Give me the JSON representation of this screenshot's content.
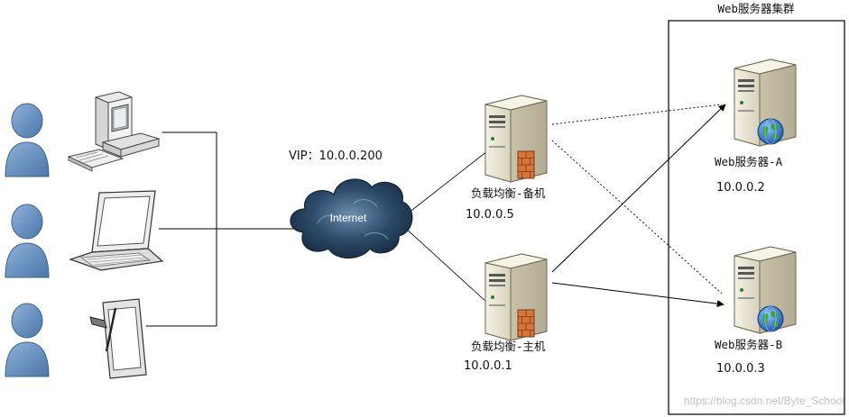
{
  "cluster": {
    "title": "Web服务器集群"
  },
  "vip": {
    "label": "VIP：10.0.0.200"
  },
  "internet": {
    "label": "Internet"
  },
  "lb_backup": {
    "name": "负载均衡-备机",
    "ip": "10.0.0.5"
  },
  "lb_master": {
    "name": "负载均衡-主机",
    "ip": "10.0.0.1"
  },
  "web_a": {
    "name": "Web服务器-A",
    "ip": "10.0.0.2"
  },
  "web_b": {
    "name": "Web服务器-B",
    "ip": "10.0.0.3"
  },
  "watermark": "https://blog.csdn.net/Byte_School",
  "icons": {
    "user": "user-icon",
    "desktop": "desktop-computer-icon",
    "laptop": "laptop-icon",
    "tablet": "tablet-icon",
    "cloud": "cloud-icon",
    "server": "server-icon",
    "firewall": "firewall-icon",
    "globe": "globe-icon"
  },
  "colors": {
    "user": "#5a86b8",
    "cloud": "#2d4a66",
    "server": "#e6e1cf",
    "firewall": "#d9743a",
    "globe": "#2d6fc4"
  }
}
